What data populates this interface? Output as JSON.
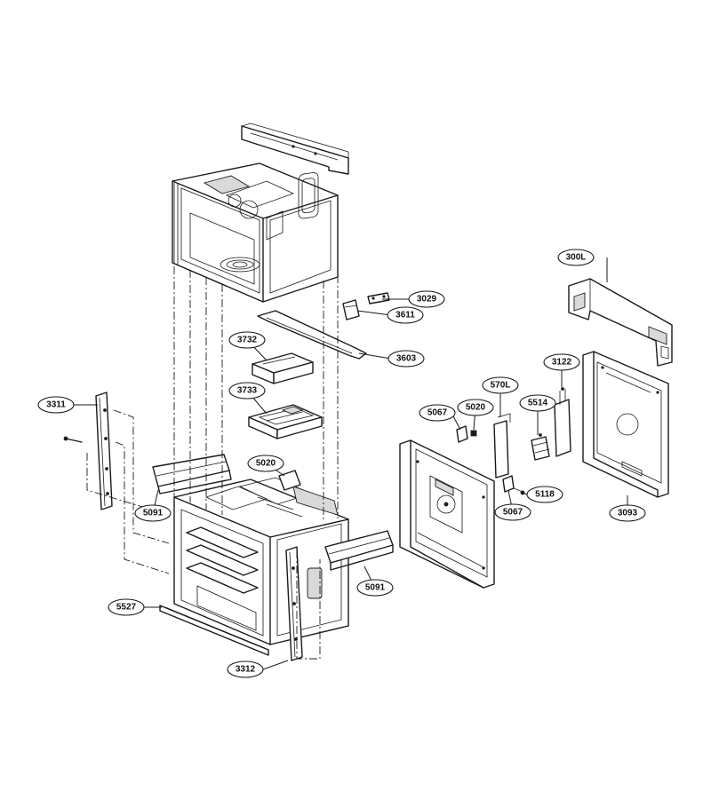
{
  "diagram": {
    "callouts": [
      {
        "id": "300L",
        "label": "300L"
      },
      {
        "id": "3029",
        "label": "3029"
      },
      {
        "id": "3611",
        "label": "3611"
      },
      {
        "id": "3603",
        "label": "3603"
      },
      {
        "id": "3732",
        "label": "3732"
      },
      {
        "id": "3733",
        "label": "3733"
      },
      {
        "id": "3122",
        "label": "3122"
      },
      {
        "id": "570L",
        "label": "570L"
      },
      {
        "id": "5514",
        "label": "5514"
      },
      {
        "id": "5067a",
        "label": "5067"
      },
      {
        "id": "5020a",
        "label": "5020"
      },
      {
        "id": "3311",
        "label": "3311"
      },
      {
        "id": "5020b",
        "label": "5020"
      },
      {
        "id": "5091a",
        "label": "5091"
      },
      {
        "id": "5118",
        "label": "5118"
      },
      {
        "id": "5067b",
        "label": "5067"
      },
      {
        "id": "3093",
        "label": "3093"
      },
      {
        "id": "5091b",
        "label": "5091"
      },
      {
        "id": "5527",
        "label": "5527"
      },
      {
        "id": "3312",
        "label": "3312"
      }
    ]
  }
}
